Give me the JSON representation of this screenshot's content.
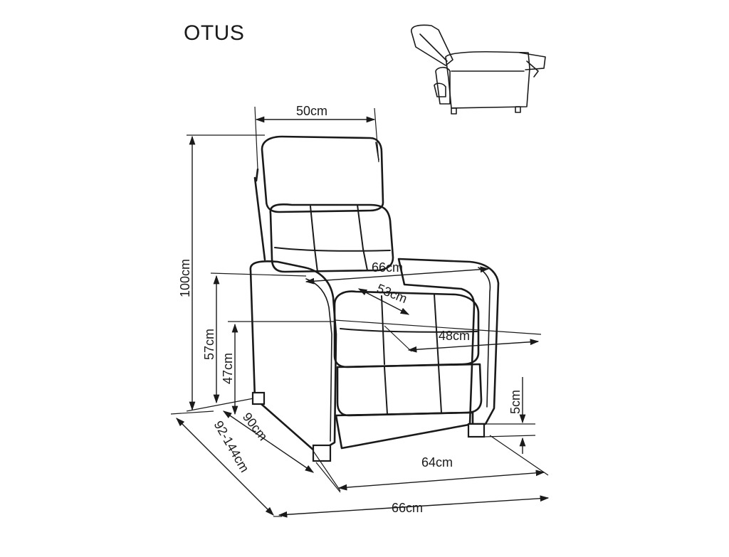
{
  "title": "OTUS",
  "dimensions": {
    "backrest_width": "50cm",
    "total_height": "100cm",
    "armrest_height": "57cm",
    "seat_height": "47cm",
    "depth": "90cm",
    "depth_reclined": "92-144cm",
    "armrest_span": "66cm",
    "seat_depth": "53cm",
    "seat_width": "48cm",
    "leg_height": "5cm",
    "front_width": "64cm",
    "overall_width": "66cm"
  },
  "colors": {
    "line": "#1a1a1a",
    "background": "#ffffff"
  },
  "icons": {
    "reclined_preview": "recliner-reclined-icon"
  }
}
